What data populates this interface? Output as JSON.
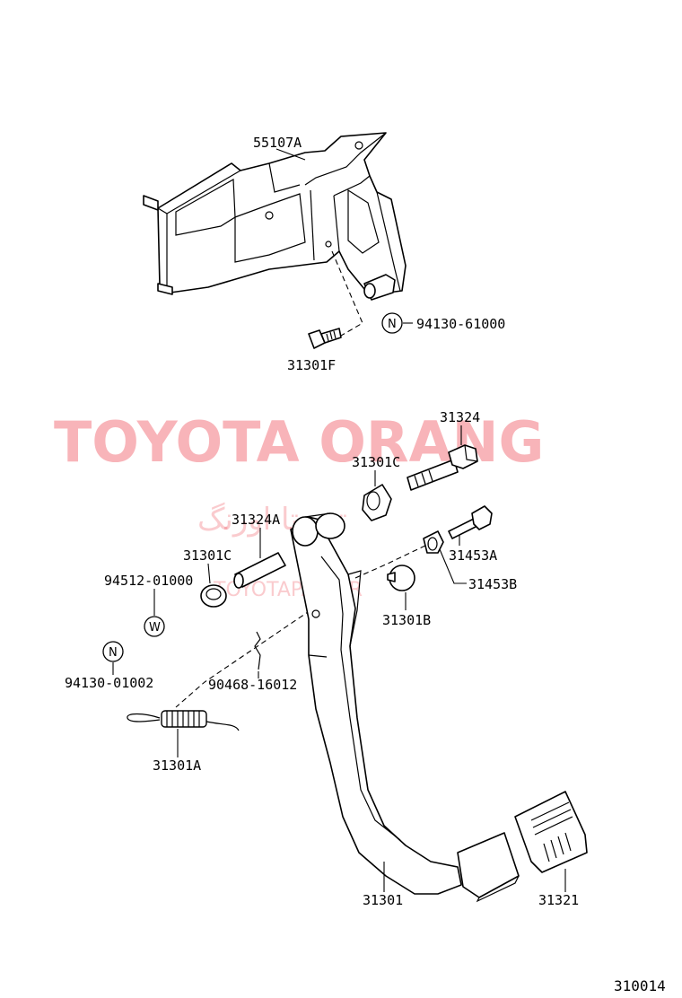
{
  "labels": {
    "bracket": "55107A",
    "nut_bracket": "94130-61000",
    "bolt_bracket": "31301F",
    "bolt_top": "31324",
    "bushing_top": "31301C",
    "collar": "31324A",
    "bushing_left": "31301C",
    "bolt_small": "31453A",
    "cushion": "31453B",
    "stopper": "31301B",
    "washer": "94512-01000",
    "nut_left": "94130-01002",
    "clip": "90468-16012",
    "spring": "31301A",
    "pedal_arm": "31301",
    "pedal_pad": "31321"
  },
  "symbols": {
    "nut": "N",
    "washer": "W"
  },
  "watermark": {
    "brand": "TOYOTA ORANG",
    "persian": "تویوتا اورنگ",
    "site": "TOYOTAPART.IR"
  },
  "figure_code": "310014"
}
